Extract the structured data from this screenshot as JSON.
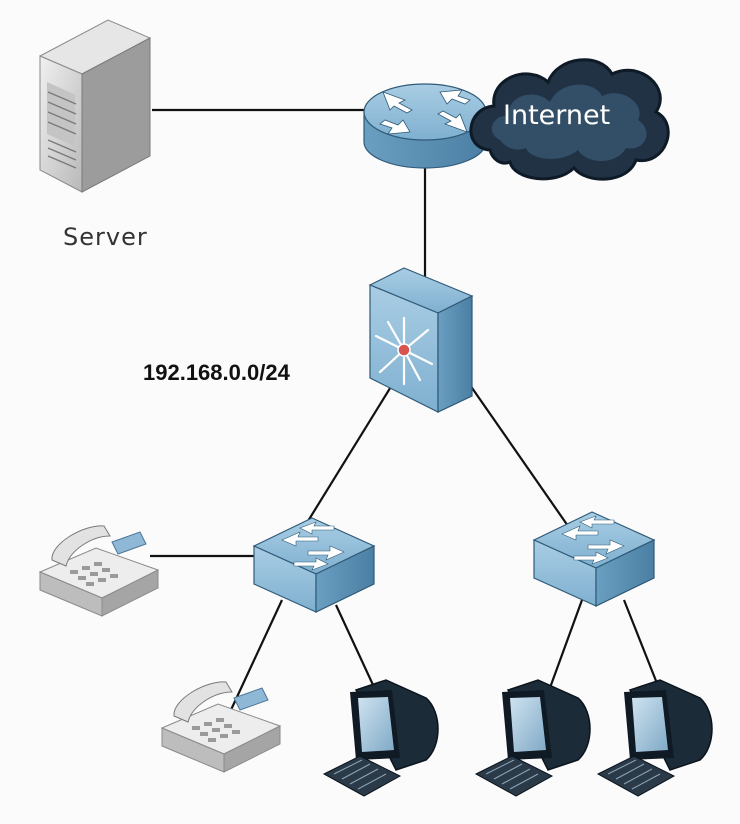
{
  "diagram": {
    "server_label": "Server",
    "cloud_label": "Internet",
    "subnet_label": "192.168.0.0/24",
    "nodes": [
      "server-icon",
      "router-icon",
      "internet-cloud-icon",
      "multilayer-switch-icon",
      "access-switch-icon",
      "access-switch-icon",
      "ip-phone-icon",
      "ip-phone-icon",
      "workstation-icon",
      "workstation-icon",
      "workstation-icon"
    ]
  },
  "colors": {
    "device_blue": "#6a9fc1",
    "device_blue_dark": "#3f6f8f",
    "cloud_dark": "#223445",
    "link_line": "#111111",
    "background": "#fbfbfb"
  }
}
